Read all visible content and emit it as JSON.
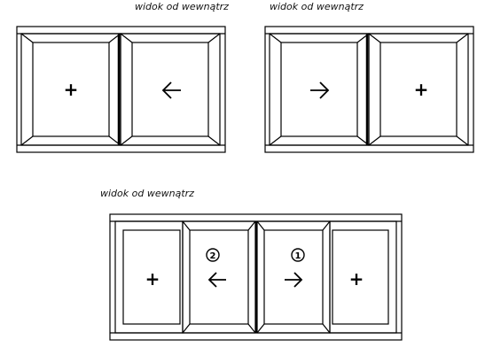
{
  "captions": {
    "top_left": "widok od wewnątrz",
    "top_right": "widok od wewnątrz",
    "bottom": "widok od wewnątrz"
  },
  "windows": [
    {
      "id": "top-left",
      "sashes": [
        {
          "symbol": "plus",
          "label": "+"
        },
        {
          "symbol": "arrow-left",
          "label": ""
        }
      ]
    },
    {
      "id": "top-right",
      "sashes": [
        {
          "symbol": "arrow-right",
          "label": ""
        },
        {
          "symbol": "plus",
          "label": "+"
        }
      ]
    },
    {
      "id": "bottom",
      "sashes": [
        {
          "symbol": "plus",
          "label": "+"
        },
        {
          "symbol": "arrow-left",
          "label": "",
          "badge": "2"
        },
        {
          "symbol": "arrow-right",
          "label": "",
          "badge": "1"
        },
        {
          "symbol": "plus",
          "label": "+"
        }
      ]
    }
  ],
  "colors": {
    "stroke": "#000000",
    "background": "#ffffff"
  }
}
